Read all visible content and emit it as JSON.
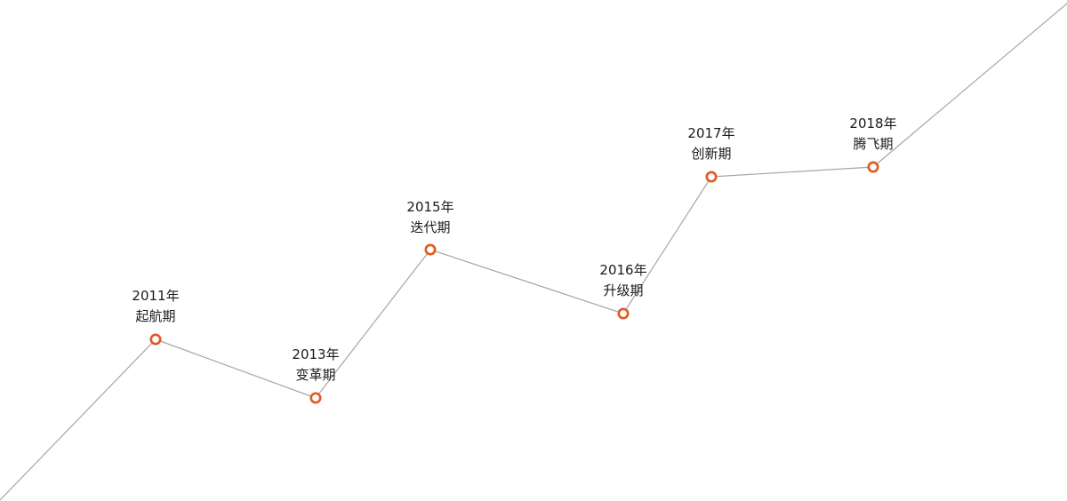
{
  "colors": {
    "line": "#a6a6a6",
    "marker": "#e0591c",
    "marker_fill": "#ffffff",
    "text": "#1a1a1a"
  },
  "milestones": [
    {
      "year": "2011年",
      "phase": "起航期"
    },
    {
      "year": "2013年",
      "phase": "变革期"
    },
    {
      "year": "2015年",
      "phase": "迭代期"
    },
    {
      "year": "2016年",
      "phase": "升级期"
    },
    {
      "year": "2017年",
      "phase": "创新期"
    },
    {
      "year": "2018年",
      "phase": "腾飞期"
    }
  ]
}
